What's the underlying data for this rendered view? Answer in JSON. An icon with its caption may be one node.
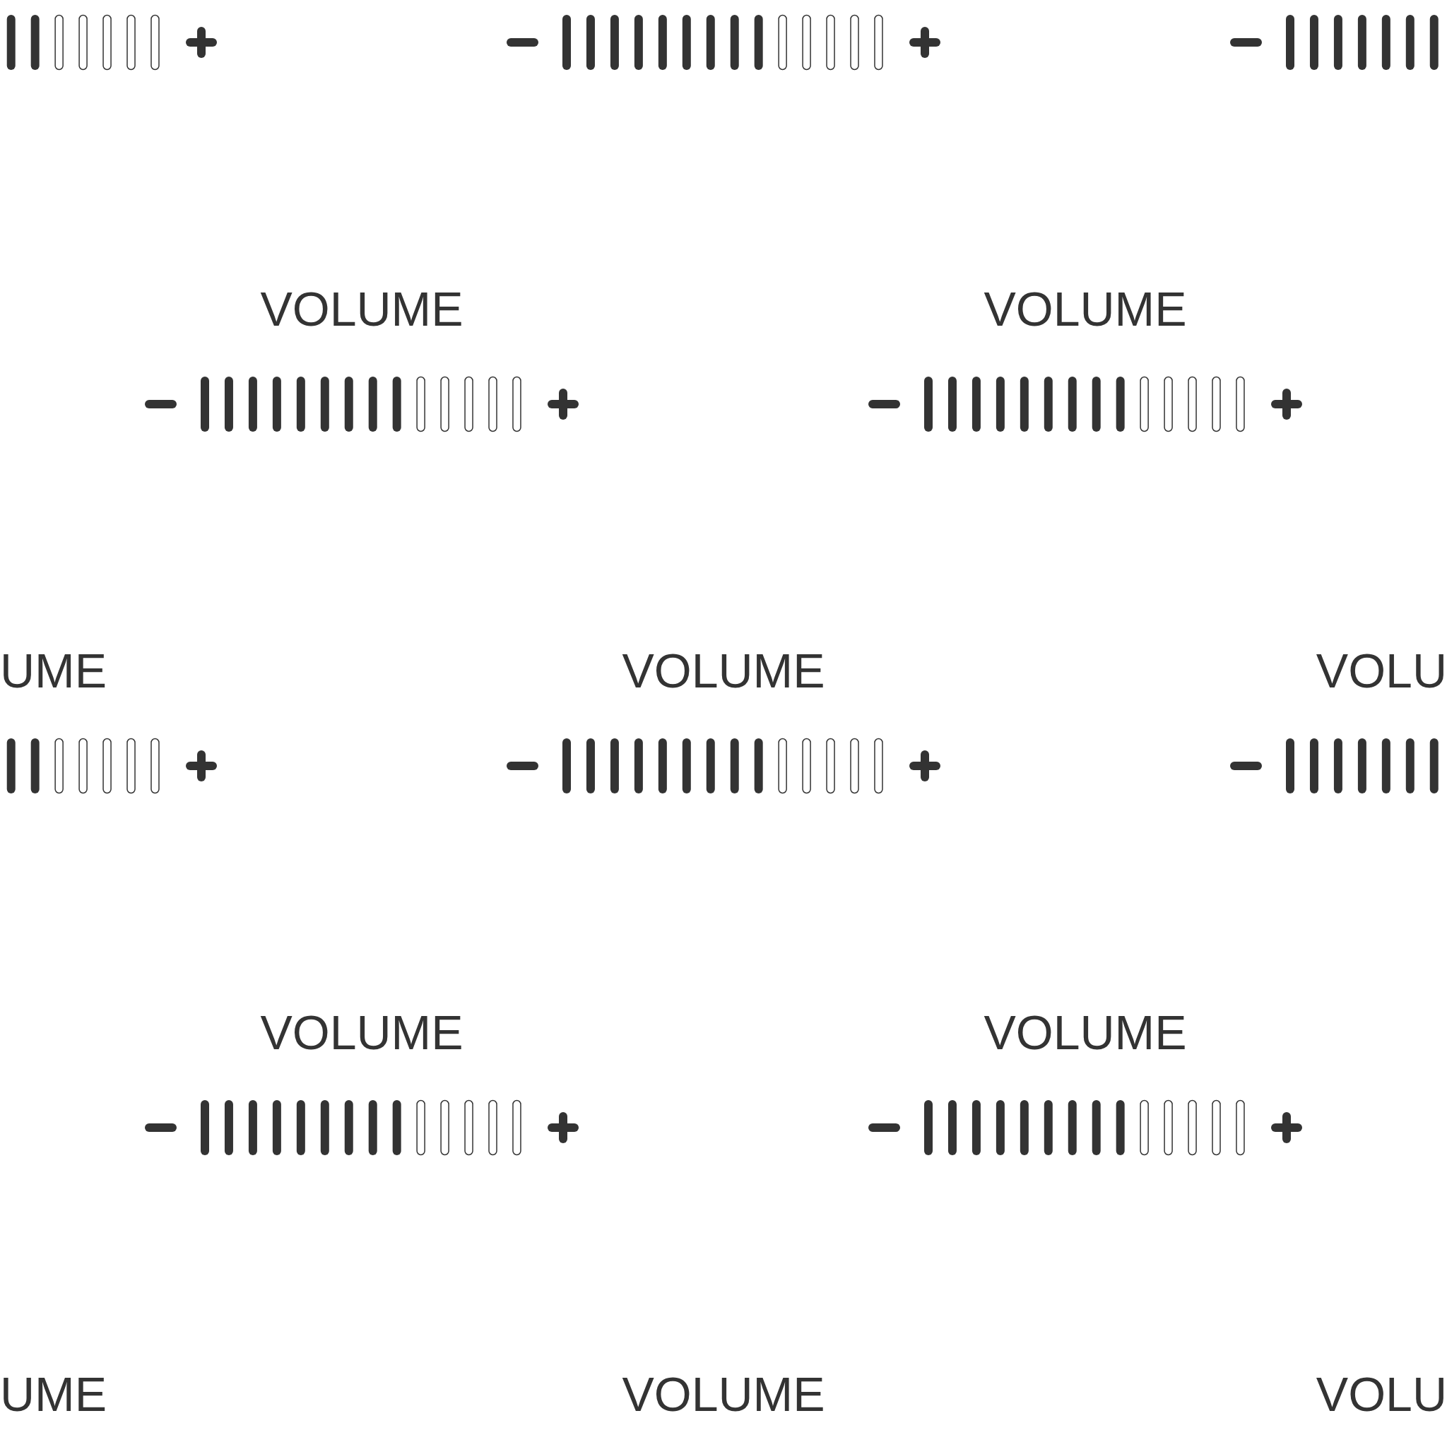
{
  "diagram": {
    "labels": [
      "VOLUME",
      "VOLUME",
      "UME",
      "VOLUME",
      "VOLU",
      "VOLUME",
      "VOLUME",
      "UME",
      "VOLUME",
      "VOLU"
    ]
  }
}
